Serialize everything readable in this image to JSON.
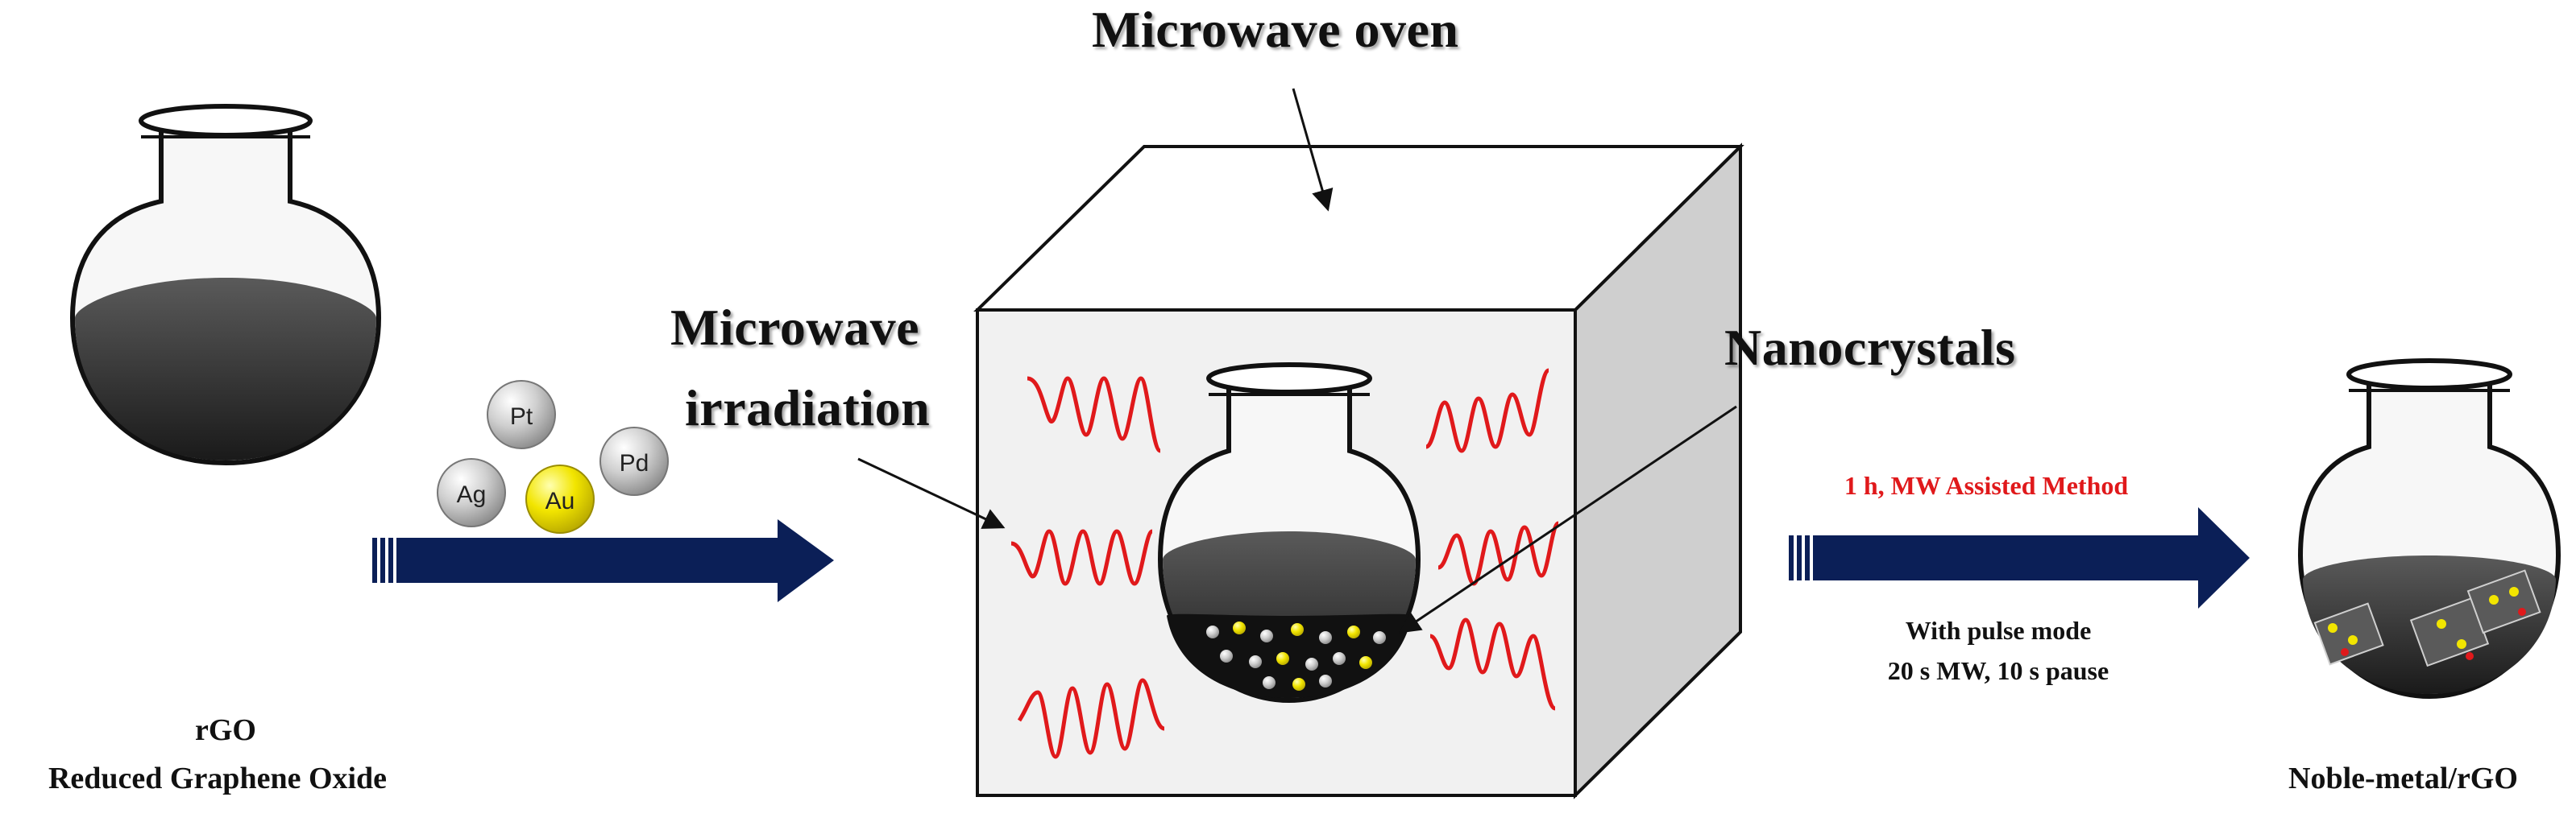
{
  "labels": {
    "microwave_oven": "Microwave oven",
    "microwave_irradiation_line1": "Microwave",
    "microwave_irradiation_line2": "irradiation",
    "nanocrystals": "Nanocrystals",
    "rgo": "rGO",
    "rgo_full": "Reduced Graphene Oxide",
    "method": "1 h, MW Assisted Method",
    "pulse_line1": "With pulse mode",
    "pulse_line2": "20 s MW, 10 s pause",
    "product": "Noble-metal/rGO"
  },
  "metals": [
    "Pt",
    "Ag",
    "Au",
    "Pd"
  ],
  "colors": {
    "arrow": "#0b1f57",
    "wave": "#e0191b",
    "liquid": "#4a4a4a",
    "gold": "#f2e500",
    "box_side": "#cfcfcf",
    "box_front": "#f1f1f1"
  }
}
